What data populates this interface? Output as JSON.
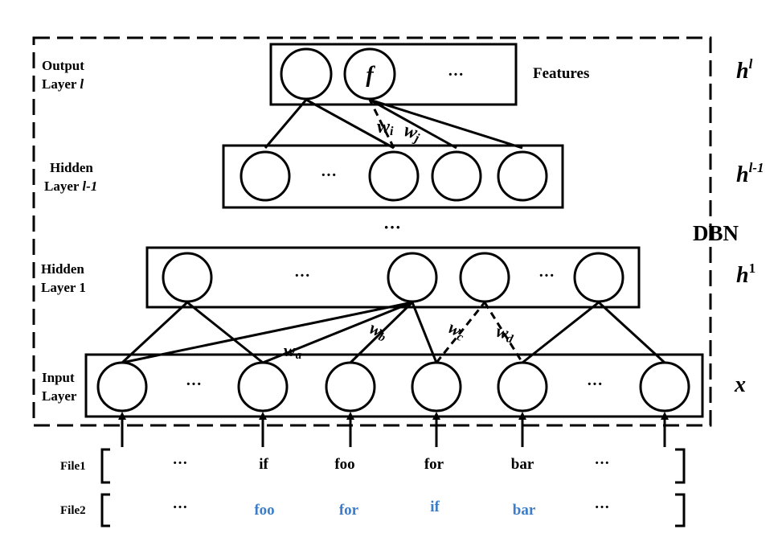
{
  "layers": {
    "output": {
      "line1": "Output",
      "line2_text": "Layer ",
      "line2_var": "l",
      "features": "Features",
      "f_node": "f",
      "ellipsis": "···"
    },
    "hidden_l1": {
      "line1": "Hidden",
      "line2_text": "Layer ",
      "line2_var": "l-1",
      "ellipsis": "···"
    },
    "hidden_1": {
      "line1": "Hidden",
      "line2_text": "Layer 1",
      "ellipsis1": "···",
      "ellipsis2": "···"
    },
    "input": {
      "line1": "Input",
      "line2_text": "Layer",
      "ellipsis1": "···",
      "ellipsis2": "···"
    },
    "between_ellipsis": "···"
  },
  "right_labels": {
    "hl_base": "h",
    "hl_sup": "l",
    "hl1_base": "h",
    "hl1_sup": "l-1",
    "dbn": "DBN",
    "h1_base": "h",
    "h1_sup": "1",
    "x": "x"
  },
  "weights": {
    "wi_base": "w",
    "wi_sub": "i",
    "wj_base": "w",
    "wj_sub": "j",
    "wa_base": "w",
    "wa_sub": "a",
    "wb_base": "w",
    "wb_sub": "b",
    "wc_base": "w",
    "wc_sub": "c",
    "wd_base": "w",
    "wd_sub": "d"
  },
  "files": [
    {
      "name": "File1",
      "tokens": [
        "···",
        "if",
        "foo",
        "for",
        "bar",
        "···"
      ],
      "highlight": false
    },
    {
      "name": "File2",
      "tokens": [
        "···",
        "foo",
        "for",
        "if",
        "bar",
        "···"
      ],
      "highlight": true
    }
  ],
  "colors": {
    "highlight": "#3b7dc8",
    "ink": "#000000"
  }
}
